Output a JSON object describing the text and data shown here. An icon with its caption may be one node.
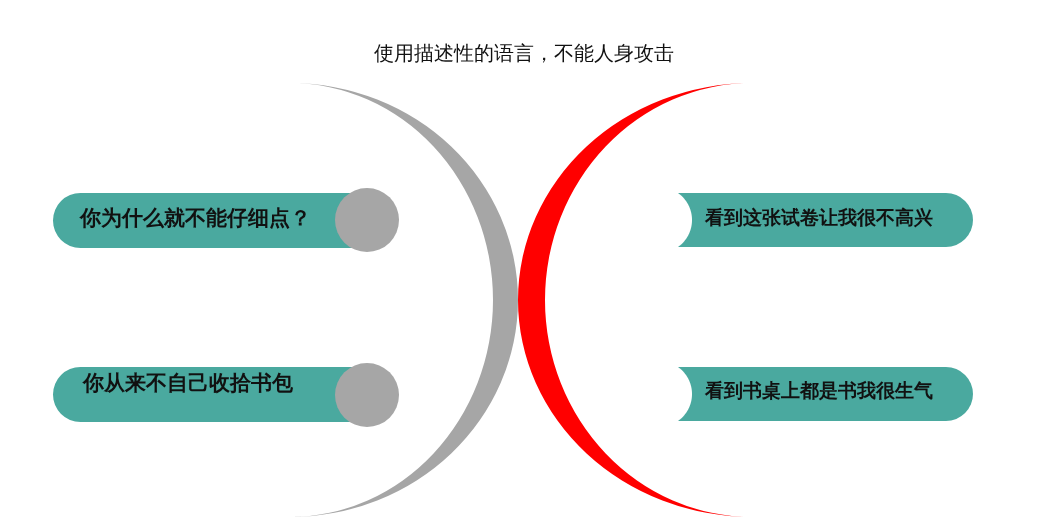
{
  "diagram": {
    "title": "使用描述性的语言，不能人身攻击",
    "nodes": [
      {
        "text": [
          "你为什么就不能仔细点？"
        ]
      },
      {
        "text": [
          "看到这张试卷让我很不高兴"
        ]
      },
      {
        "text": [
          "你从来不自己收拾书包"
        ]
      },
      {
        "text": [
          "看到书桌上都是书我很生气"
        ]
      },
      {
        "text": [],
        "shape": "crescent"
      },
      {
        "text": [],
        "shape": "crescent"
      }
    ]
  }
}
